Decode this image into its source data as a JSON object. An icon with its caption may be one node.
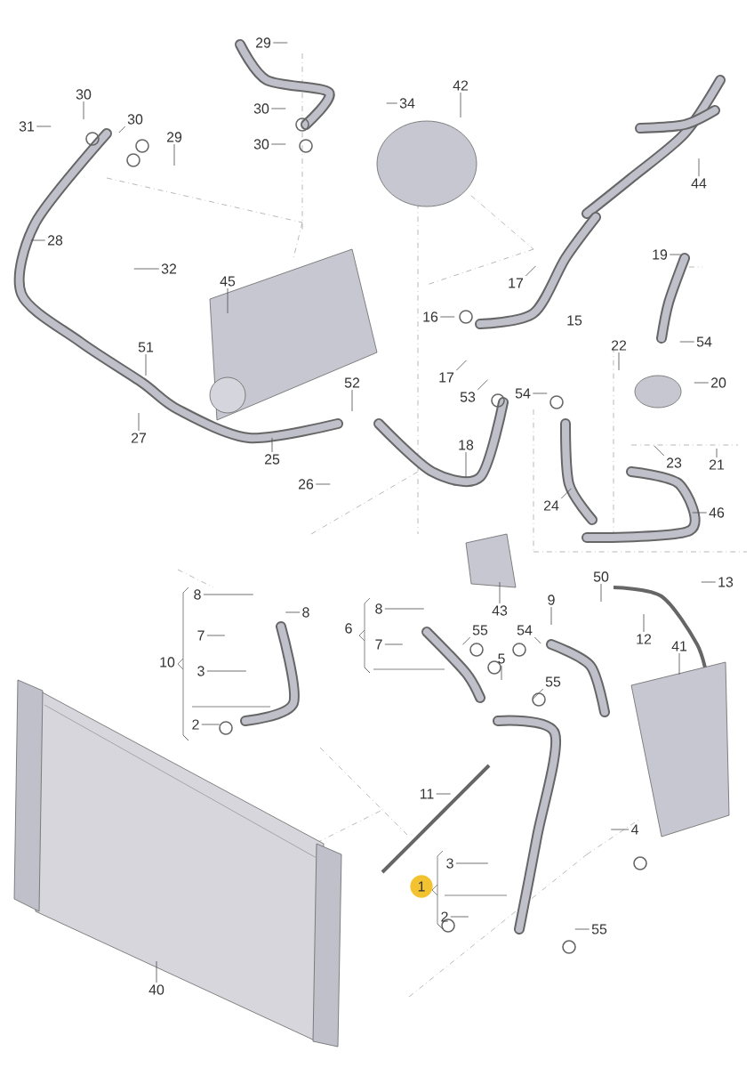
{
  "diagram": {
    "nodes": [
      {
        "text": [
          "29"
        ]
      },
      {
        "text": [
          "30"
        ]
      },
      {
        "text": [
          "31"
        ]
      },
      {
        "text": [
          "30"
        ]
      },
      {
        "text": [
          "29"
        ]
      },
      {
        "text": [
          "30"
        ]
      },
      {
        "text": [
          "30"
        ]
      },
      {
        "text": [
          "34"
        ]
      },
      {
        "text": [
          "42"
        ]
      },
      {
        "text": [
          "44"
        ]
      },
      {
        "text": [
          "28"
        ]
      },
      {
        "text": [
          "32"
        ]
      },
      {
        "text": [
          "45"
        ]
      },
      {
        "text": [
          "17"
        ]
      },
      {
        "text": [
          "15"
        ]
      },
      {
        "text": [
          "19"
        ]
      },
      {
        "text": [
          "16"
        ]
      },
      {
        "text": [
          "54"
        ]
      },
      {
        "text": [
          "22"
        ]
      },
      {
        "text": [
          "20"
        ]
      },
      {
        "text": [
          "17"
        ]
      },
      {
        "text": [
          "53"
        ]
      },
      {
        "text": [
          "51"
        ]
      },
      {
        "text": [
          "27"
        ]
      },
      {
        "text": [
          "52"
        ]
      },
      {
        "text": [
          "25"
        ]
      },
      {
        "text": [
          "26"
        ]
      },
      {
        "text": [
          "18"
        ]
      },
      {
        "text": [
          "54"
        ]
      },
      {
        "text": [
          "23"
        ]
      },
      {
        "text": [
          "21"
        ]
      },
      {
        "text": [
          "24"
        ]
      },
      {
        "text": [
          "46"
        ]
      },
      {
        "text": [
          "50"
        ]
      },
      {
        "text": [
          "13"
        ]
      },
      {
        "text": [
          "43"
        ]
      },
      {
        "text": [
          "9"
        ]
      },
      {
        "text": [
          "12"
        ]
      },
      {
        "text": [
          "41"
        ]
      },
      {
        "text": [
          "55"
        ]
      },
      {
        "text": [
          "5"
        ]
      },
      {
        "text": [
          "54"
        ]
      },
      {
        "text": [
          "55"
        ]
      },
      {
        "text": [
          "11"
        ]
      },
      {
        "text": [
          "4"
        ]
      },
      {
        "text": [
          "55"
        ]
      },
      {
        "text": [
          "40"
        ]
      },
      {
        "text": [
          "10"
        ]
      },
      {
        "text": [
          "8"
        ]
      },
      {
        "text": [
          "7"
        ]
      },
      {
        "text": [
          "3"
        ]
      },
      {
        "text": [
          "2"
        ]
      },
      {
        "text": [
          "8"
        ]
      },
      {
        "text": [
          "6"
        ]
      },
      {
        "text": [
          "8"
        ]
      },
      {
        "text": [
          "7"
        ]
      },
      {
        "text": [
          "1"
        ]
      },
      {
        "text": [
          "3"
        ]
      },
      {
        "text": [
          "2"
        ]
      }
    ],
    "edges": [
      {
        "from": 0,
        "to": null,
        "arrow": "none"
      },
      {
        "from": 1,
        "to": null,
        "arrow": "none"
      },
      {
        "from": 2,
        "to": null,
        "arrow": "none"
      },
      {
        "from": 3,
        "to": null,
        "arrow": "none"
      },
      {
        "from": 4,
        "to": null,
        "arrow": "none"
      },
      {
        "from": 5,
        "to": null,
        "arrow": "none"
      },
      {
        "from": 6,
        "to": null,
        "arrow": "none"
      },
      {
        "from": 7,
        "to": null,
        "arrow": "none"
      },
      {
        "from": 8,
        "to": null,
        "arrow": "none"
      },
      {
        "from": 9,
        "to": null,
        "arrow": "none"
      },
      {
        "from": 10,
        "to": null,
        "arrow": "none"
      },
      {
        "from": 11,
        "to": null,
        "arrow": "none"
      },
      {
        "from": 12,
        "to": null,
        "arrow": "none"
      },
      {
        "from": 13,
        "to": null,
        "arrow": "none"
      },
      {
        "from": 15,
        "to": null,
        "arrow": "none"
      },
      {
        "from": 16,
        "to": null,
        "arrow": "none"
      },
      {
        "from": 17,
        "to": null,
        "arrow": "none"
      },
      {
        "from": 18,
        "to": null,
        "arrow": "none"
      },
      {
        "from": 19,
        "to": null,
        "arrow": "none"
      },
      {
        "from": 20,
        "to": null,
        "arrow": "none"
      },
      {
        "from": 21,
        "to": null,
        "arrow": "none"
      },
      {
        "from": 22,
        "to": null,
        "arrow": "none"
      },
      {
        "from": 23,
        "to": null,
        "arrow": "none"
      },
      {
        "from": 24,
        "to": null,
        "arrow": "none"
      },
      {
        "from": 25,
        "to": null,
        "arrow": "none"
      },
      {
        "from": 26,
        "to": null,
        "arrow": "none"
      },
      {
        "from": 27,
        "to": null,
        "arrow": "none"
      },
      {
        "from": 28,
        "to": null,
        "arrow": "none"
      },
      {
        "from": 29,
        "to": null,
        "arrow": "none"
      },
      {
        "from": 30,
        "to": null,
        "arrow": "none"
      },
      {
        "from": 31,
        "to": null,
        "arrow": "none"
      },
      {
        "from": 32,
        "to": null,
        "arrow": "none"
      },
      {
        "from": 33,
        "to": null,
        "arrow": "none"
      },
      {
        "from": 34,
        "to": null,
        "arrow": "none"
      },
      {
        "from": 35,
        "to": null,
        "arrow": "none"
      },
      {
        "from": 36,
        "to": null,
        "arrow": "none"
      },
      {
        "from": 37,
        "to": null,
        "arrow": "none"
      },
      {
        "from": 38,
        "to": null,
        "arrow": "none"
      },
      {
        "from": 39,
        "to": null,
        "arrow": "none"
      },
      {
        "from": 40,
        "to": null,
        "arrow": "none"
      },
      {
        "from": 41,
        "to": null,
        "arrow": "none"
      },
      {
        "from": 42,
        "to": null,
        "arrow": "none"
      },
      {
        "from": 43,
        "to": null,
        "arrow": "none"
      },
      {
        "from": 44,
        "to": null,
        "arrow": "none"
      },
      {
        "from": 45,
        "to": null,
        "arrow": "none"
      },
      {
        "from": 46,
        "to": null,
        "arrow": "none"
      },
      {
        "from": 48,
        "to": null,
        "arrow": "none"
      },
      {
        "from": 49,
        "to": null,
        "arrow": "none"
      },
      {
        "from": 50,
        "to": null,
        "arrow": "none"
      },
      {
        "from": 51,
        "to": null,
        "arrow": "none"
      },
      {
        "from": 52,
        "to": null,
        "arrow": "none"
      },
      {
        "from": 54,
        "to": null,
        "arrow": "none"
      },
      {
        "from": 55,
        "to": null,
        "arrow": "none"
      },
      {
        "from": 57,
        "to": null,
        "arrow": "none"
      },
      {
        "from": 58,
        "to": null,
        "arrow": "none"
      }
    ]
  }
}
